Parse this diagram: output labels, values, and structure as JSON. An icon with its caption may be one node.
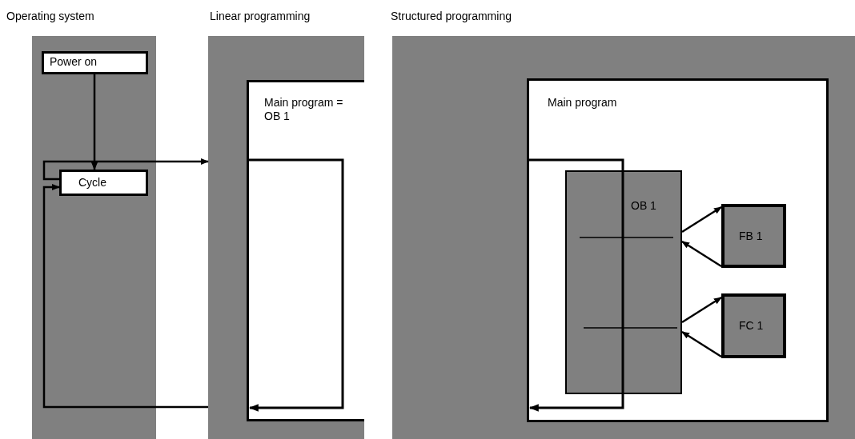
{
  "diagram": {
    "nodes": [
      {
        "text": [
          "Operating system"
        ]
      },
      {
        "text": [
          "Power on"
        ],
        "in": 0
      },
      {
        "text": [
          "Cycle"
        ],
        "in": 0
      },
      {
        "text": [
          "Linear programming"
        ]
      },
      {
        "text": [
          "Main program = OB 1"
        ],
        "in": 3
      },
      {
        "text": [
          "Structured programming"
        ]
      },
      {
        "text": [
          "Main program"
        ],
        "in": 5
      },
      {
        "text": [
          "OB 1"
        ],
        "in": 6
      },
      {
        "text": [
          "FB 1"
        ],
        "in": 6
      },
      {
        "text": [
          "FC 1"
        ],
        "in": 6
      }
    ],
    "edges": [
      {
        "from": 1,
        "to": 2,
        "arrow": "to"
      },
      {
        "from": 2,
        "to": 3,
        "arrow": "to"
      },
      {
        "from": 3,
        "to": 2,
        "arrow": "to"
      },
      {
        "from": 7,
        "to": 8,
        "arrow": "to"
      },
      {
        "from": 8,
        "to": 7,
        "arrow": "to"
      },
      {
        "from": 7,
        "to": 9,
        "arrow": "to"
      },
      {
        "from": 9,
        "to": 7,
        "arrow": "to"
      }
    ]
  }
}
